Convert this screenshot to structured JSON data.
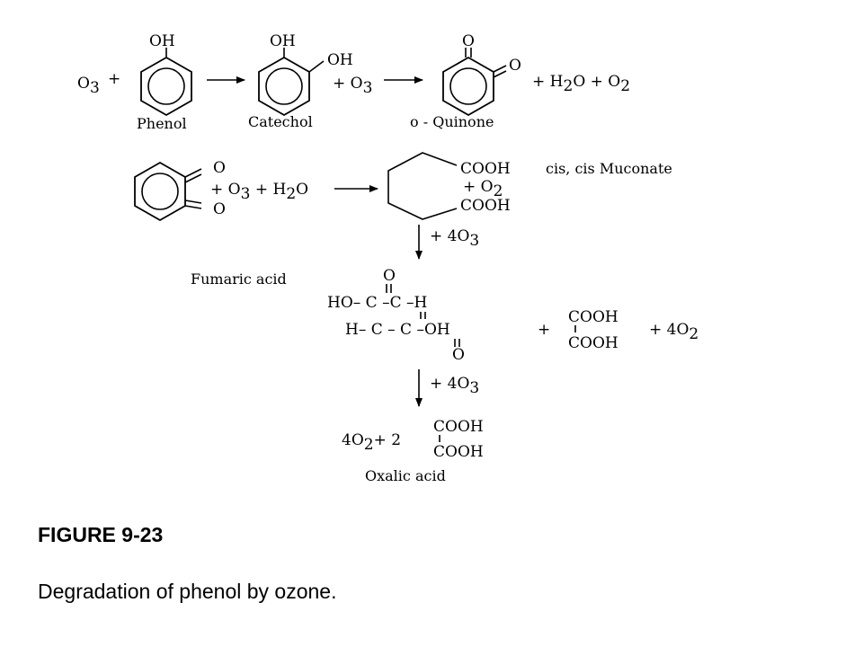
{
  "figure": {
    "label": "FIGURE 9-23",
    "caption": "Degradation of phenol by ozone."
  },
  "row1": {
    "o3_prefix": "O",
    "plus1": "+",
    "phenol_oh": "OH",
    "phenol_name": "Phenol",
    "catechol_oh_top": "OH",
    "catechol_oh_side": "OH",
    "catechol_name": "Catechol",
    "plus_o3_a": "+ O",
    "quinone_o_top": "O",
    "quinone_o_side": "O",
    "quinone_name": "o - Quinone",
    "products_a": "+ H",
    "products_b": "O + O"
  },
  "row2": {
    "o_top": "O",
    "o_bottom": "O",
    "reactants_a": "+ O",
    "reactants_b": " + H",
    "reactants_c": "O",
    "cooh_top": "COOH",
    "muconate_name": "cis, cis Muconate",
    "plus_o2": "+ O",
    "cooh_bottom": "COOH"
  },
  "step1": {
    "reagent_a": "+ 4O"
  },
  "fumaric": {
    "name": "Fumaric acid",
    "o_top": "O",
    "line1": "HO– C –C –H",
    "line2": "H– C – C –OH",
    "o_bottom": "O",
    "plus": "+",
    "cooh_top": "COOH",
    "cooh_bottom": "COOH",
    "plus_o2": "+ 4O"
  },
  "step2": {
    "reagent_a": "+ 4O"
  },
  "oxalic": {
    "prefix_a": "4O",
    "prefix_b": "+ 2",
    "cooh_top": "COOH",
    "cooh_bottom": "COOH",
    "name": "Oxalic acid"
  },
  "subscripts": {
    "three": "3",
    "two": "2"
  }
}
